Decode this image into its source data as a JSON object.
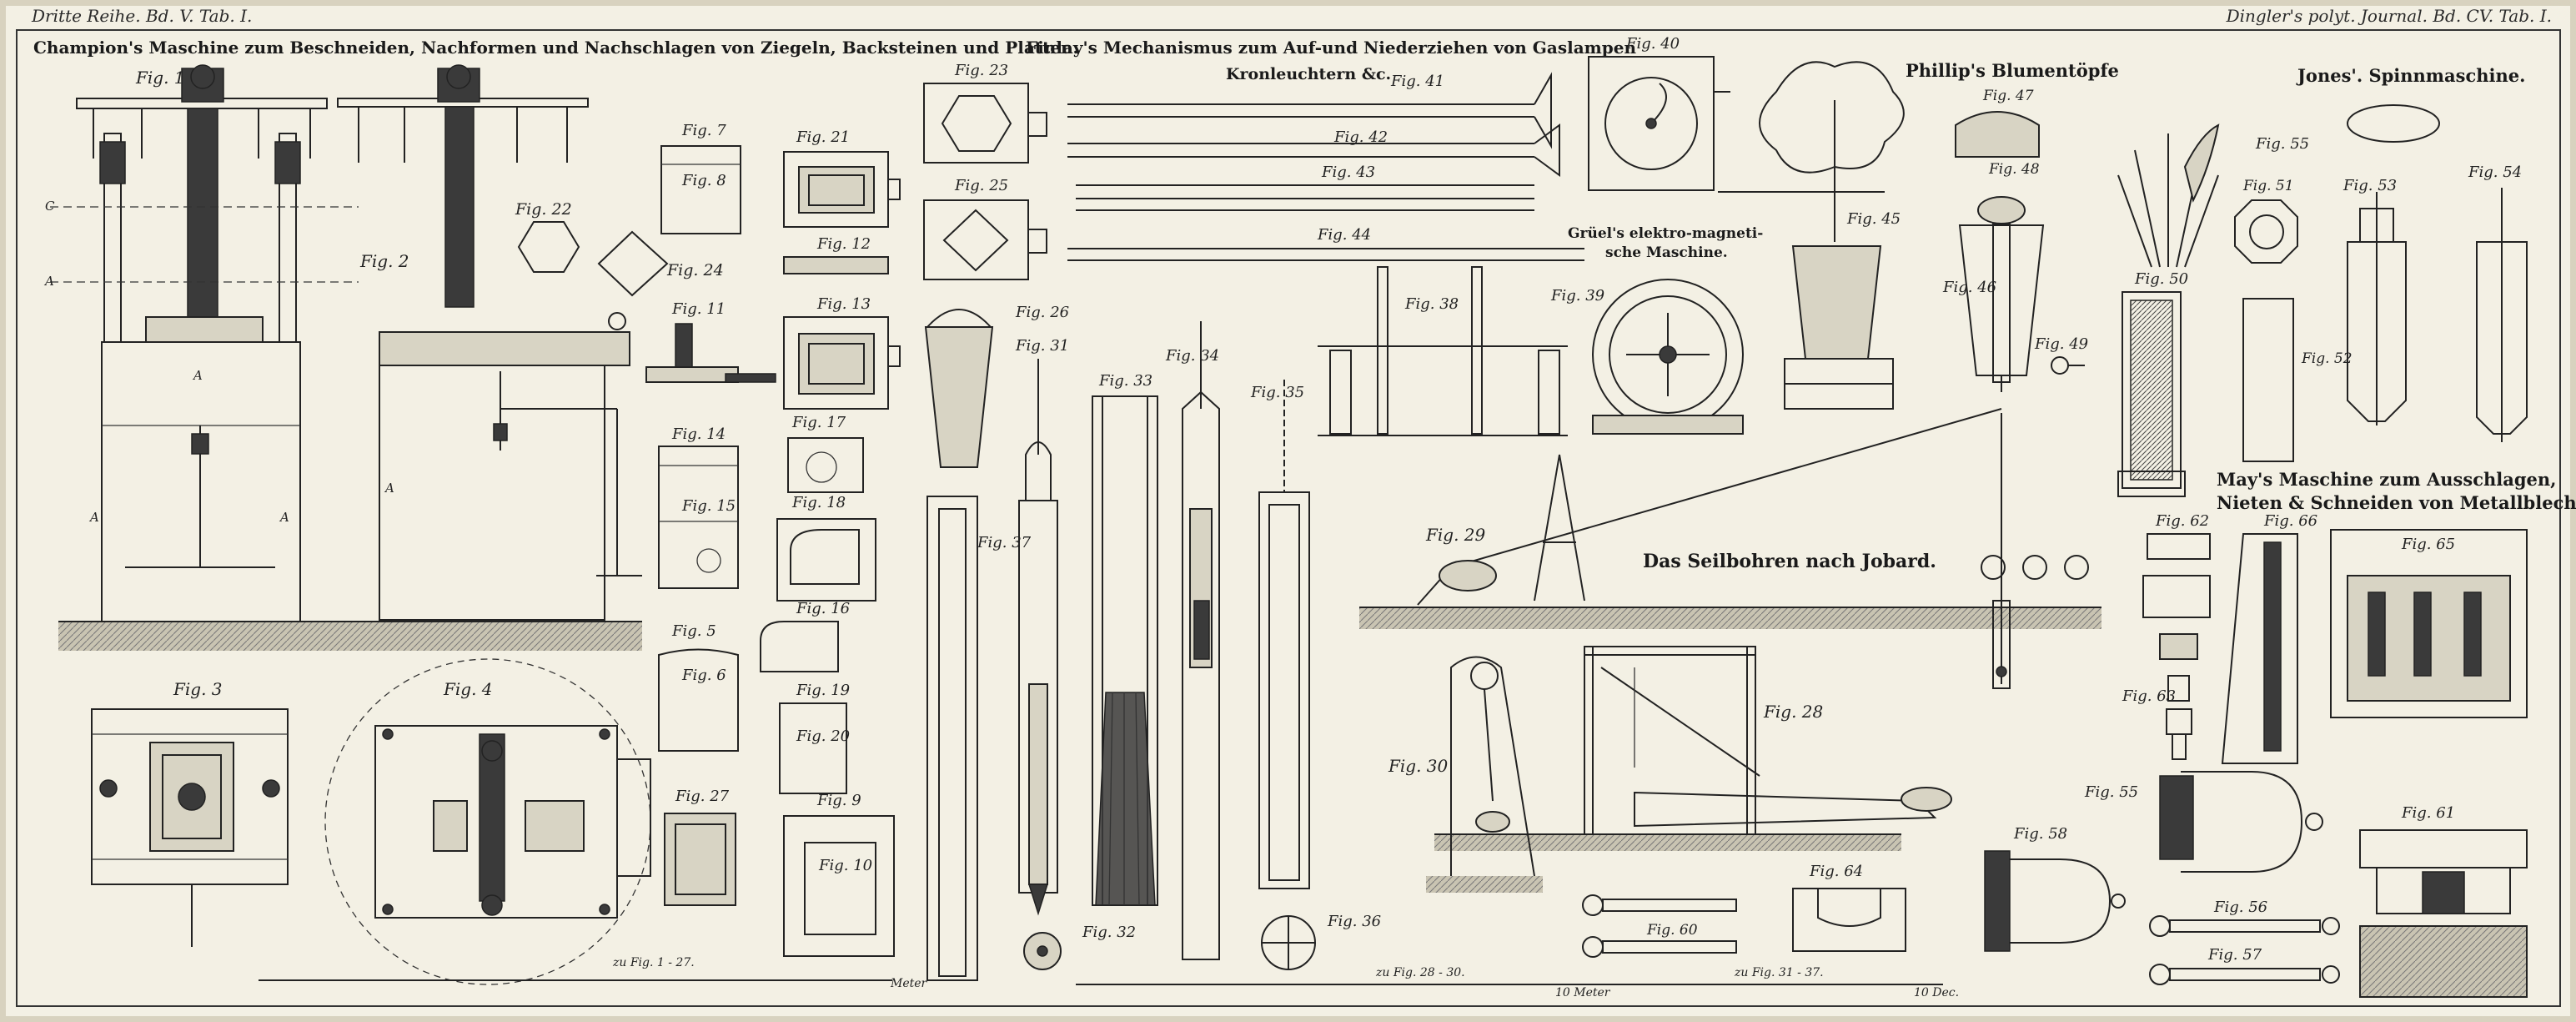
{
  "header": {
    "left": "Dritte Reihe. Bd. V. Tab. I.",
    "right": "Dingler's polyt. Journal. Bd. CV. Tab. I."
  },
  "titles": {
    "champion": "Champion's Maschine zum Beschneiden, Nachformen und Nachschlagen von Ziegeln, Backsteinen und Platten.",
    "finlay": "Finlay's Mechanismus zum Auf-und Niederziehen von Gaslampen",
    "finlay_2": "Kronleuchtern &c.",
    "phillip": "Phillip's Blumentöpfe",
    "jones": "Jones'. Spinnmaschine.",
    "gruel_1": "Grüel's elektro-magneti-",
    "gruel_2": "sche Maschine.",
    "may_1": "May's Maschine zum Ausschlagen,",
    "may_2": "Nieten & Schneiden von Metallblech.",
    "jobard": "Das Seilbohren nach Jobard."
  },
  "figs": {
    "f1": "Fig. 1",
    "f2": "Fig. 2",
    "f3": "Fig. 3",
    "f4": "Fig. 4",
    "f5": "Fig. 5",
    "f6": "Fig. 6",
    "f7": "Fig. 7",
    "f8": "Fig. 8",
    "f9": "Fig. 9",
    "f10": "Fig. 10",
    "f11": "Fig. 11",
    "f12": "Fig. 12",
    "f13": "Fig. 13",
    "f14": "Fig. 14",
    "f15": "Fig. 15",
    "f16": "Fig. 16",
    "f17": "Fig. 17",
    "f18": "Fig. 18",
    "f19": "Fig. 19",
    "f20": "Fig. 20",
    "f21": "Fig. 21",
    "f22": "Fig. 22",
    "f23": "Fig. 23",
    "f24": "Fig. 24",
    "f25": "Fig. 25",
    "f26": "Fig. 26",
    "f27": "Fig. 27",
    "f28": "Fig. 28",
    "f29": "Fig. 29",
    "f30": "Fig. 30",
    "f31": "Fig. 31",
    "f32": "Fig. 32",
    "f33": "Fig. 33",
    "f34": "Fig. 34",
    "f35": "Fig. 35",
    "f36": "Fig. 36",
    "f37": "Fig. 37",
    "f38": "Fig. 38",
    "f39": "Fig. 39",
    "f40": "Fig. 40",
    "f41": "Fig. 41",
    "f42": "Fig. 42",
    "f43": "Fig. 43",
    "f44": "Fig. 44",
    "f45": "Fig. 45",
    "f46": "Fig. 46",
    "f47": "Fig. 47",
    "f48": "Fig. 48",
    "f49": "Fig. 49",
    "f50": "Fig. 50",
    "f51": "Fig. 51",
    "f52": "Fig. 52",
    "f53": "Fig. 53",
    "f54": "Fig. 54",
    "f55": "Fig. 55",
    "f56": "Fig. 56",
    "f57": "Fig. 57",
    "f58": "Fig. 58",
    "f60": "Fig. 60",
    "f61": "Fig. 61",
    "f62": "Fig. 62",
    "f63": "Fig. 63",
    "f64": "Fig. 64",
    "f65": "Fig. 65",
    "f66": "Fig. 66",
    "f55b": "Fig. 55"
  },
  "scales": {
    "s1": "zu Fig. 1 - 27.",
    "s2": "Meter",
    "s3": "zu Fig. 28 - 30.",
    "s4": "10 Meter",
    "s5": "zu Fig. 31 - 37.",
    "s6": "10 Dec."
  }
}
